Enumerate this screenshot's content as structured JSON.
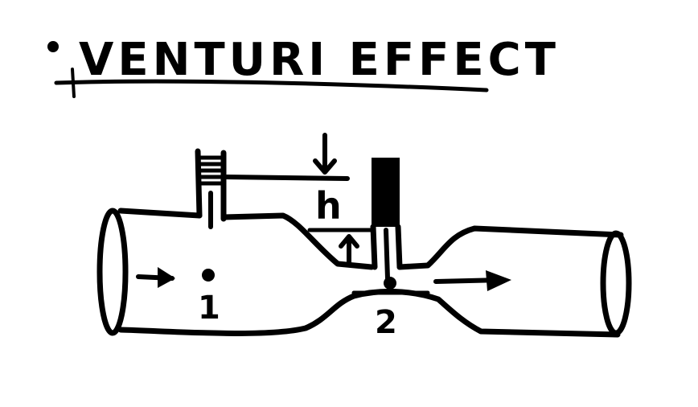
{
  "title": "VENTURI EFFECT",
  "bullet": "•",
  "labels": {
    "point_1": "1",
    "point_2": "2",
    "height": "h"
  },
  "colors": {
    "ink": "#000000",
    "paper": "#ffffff"
  }
}
